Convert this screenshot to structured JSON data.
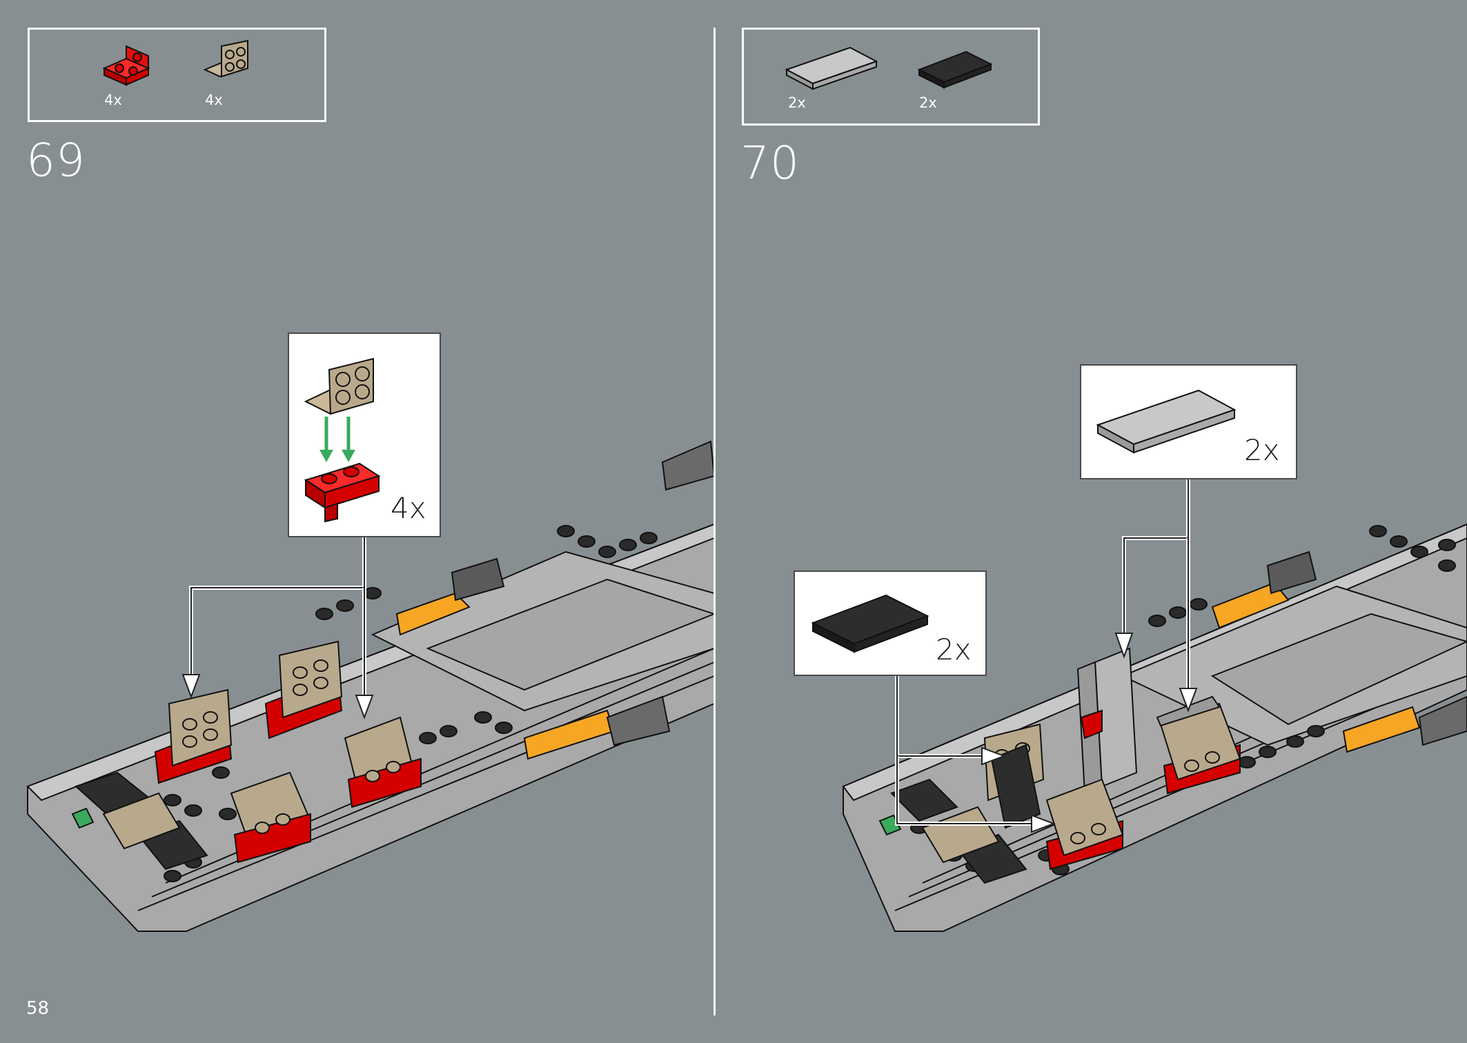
{
  "page_number": "58",
  "colors": {
    "background": "#878f92",
    "red": "#d40000",
    "tan": "#b9a98c",
    "light_gray": "#b8b8b8",
    "dark_gray": "#2d2d2d",
    "orange": "#f6a623",
    "green_arrow": "#3aaa5c",
    "white": "#ffffff"
  },
  "steps": [
    {
      "number": "69",
      "parts": [
        {
          "name": "red bracket 1x2 - 2x2",
          "qty": "4x",
          "icon": "red-bracket-icon"
        },
        {
          "name": "tan bracket 1x2 - 2x2",
          "qty": "4x",
          "icon": "tan-bracket-icon"
        }
      ],
      "callout_qty": "4x"
    },
    {
      "number": "70",
      "parts": [
        {
          "name": "light gray tile 2x4",
          "qty": "2x",
          "icon": "light-gray-tile-icon"
        },
        {
          "name": "black tile 2x3",
          "qty": "2x",
          "icon": "black-tile-icon"
        }
      ],
      "callouts": [
        {
          "qty": "2x",
          "part": "light-gray-tile"
        },
        {
          "qty": "2x",
          "part": "black-tile"
        }
      ]
    }
  ]
}
